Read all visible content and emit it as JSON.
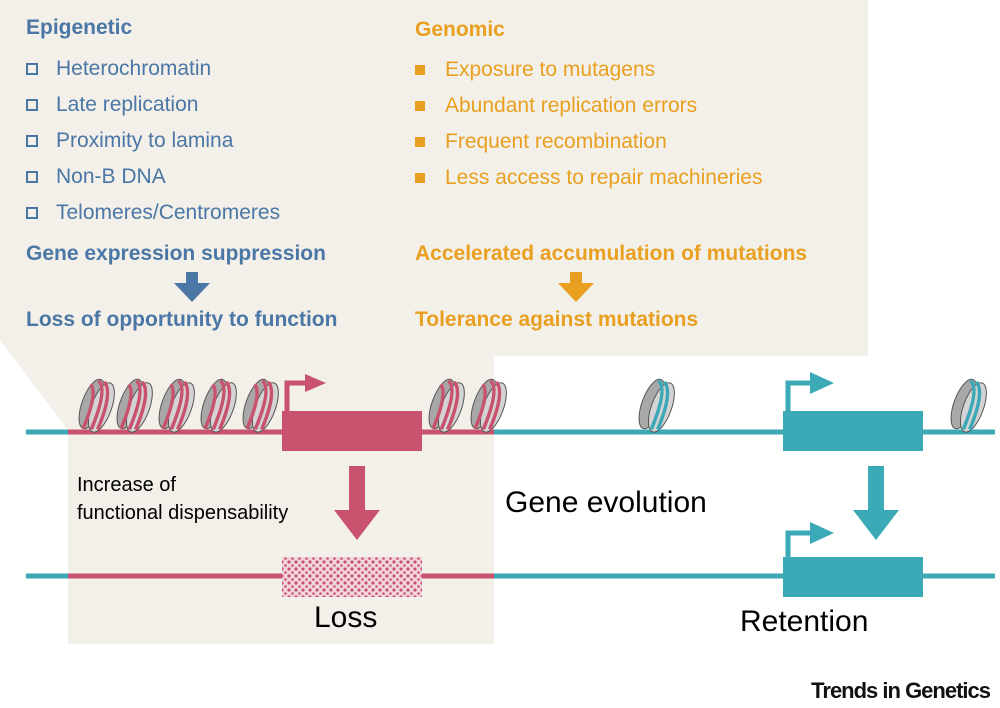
{
  "epigenetic": {
    "heading": "Epigenetic",
    "items": [
      "Heterochromatin",
      "Late replication",
      "Proximity to lamina",
      "Non-B DNA",
      "Telomeres/Centromeres"
    ],
    "effect": "Gene expression suppression",
    "consequence": "Loss of opportunity to function"
  },
  "genomic": {
    "heading": "Genomic",
    "items": [
      "Exposure to mutagens",
      "Abundant replication errors",
      "Frequent recombination",
      "Less access to repair machineries"
    ],
    "effect": "Accelerated accumulation of mutations",
    "consequence": "Tolerance against mutations"
  },
  "diagram": {
    "dispensability_label_line1": "Increase of",
    "dispensability_label_line2": "functional dispensability",
    "gene_evolution_label": "Gene evolution",
    "loss_label": "Loss",
    "retention_label": "Retention"
  },
  "colors": {
    "epigenetic_blue": "#4a77a6",
    "genomic_orange": "#e9a020",
    "heterochromatin_pink": "#c9526f",
    "euchromatin_teal": "#3ba9b6",
    "panel_beige": "#f3efe9"
  },
  "brand": "Trends in Genetics"
}
